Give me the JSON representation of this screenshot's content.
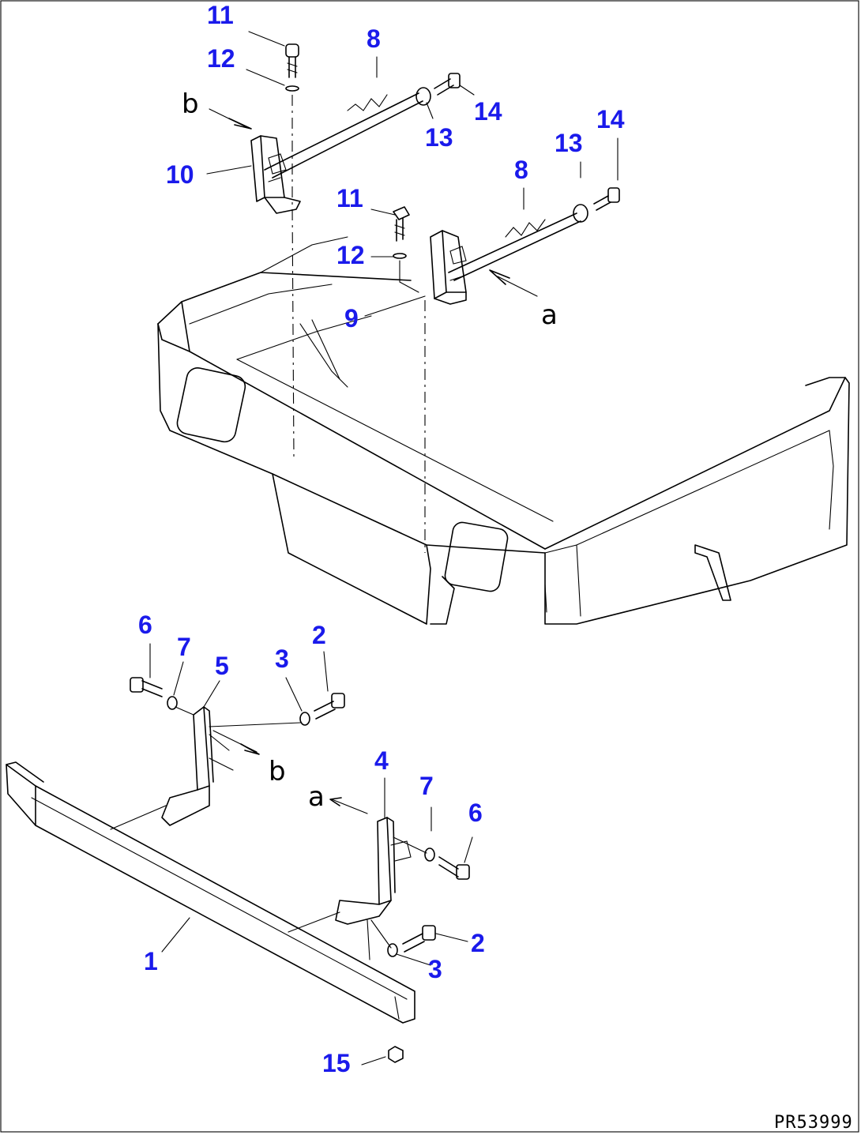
{
  "callouts": [
    {
      "id": "c11a",
      "text": "11"
    },
    {
      "id": "c12a",
      "text": "12"
    },
    {
      "id": "c8a",
      "text": "8"
    },
    {
      "id": "c14a",
      "text": "14"
    },
    {
      "id": "c13a",
      "text": "13"
    },
    {
      "id": "c10",
      "text": "10"
    },
    {
      "id": "c14b",
      "text": "14"
    },
    {
      "id": "c13b",
      "text": "13"
    },
    {
      "id": "c8b",
      "text": "8"
    },
    {
      "id": "c11b",
      "text": "11"
    },
    {
      "id": "c12b",
      "text": "12"
    },
    {
      "id": "c9",
      "text": "9"
    },
    {
      "id": "c6a",
      "text": "6"
    },
    {
      "id": "c7a",
      "text": "7"
    },
    {
      "id": "c5",
      "text": "5"
    },
    {
      "id": "c3a",
      "text": "3"
    },
    {
      "id": "c2a",
      "text": "2"
    },
    {
      "id": "c4",
      "text": "4"
    },
    {
      "id": "c7b",
      "text": "7"
    },
    {
      "id": "c6b",
      "text": "6"
    },
    {
      "id": "c2b",
      "text": "2"
    },
    {
      "id": "c3b",
      "text": "3"
    },
    {
      "id": "c1",
      "text": "1"
    },
    {
      "id": "c15",
      "text": "15"
    }
  ],
  "view_letters": {
    "b_top": "b",
    "a_top": "a",
    "b_bottom": "b",
    "a_bottom": "a"
  },
  "drawing_code": "PR53999",
  "colors": {
    "callout": "#1a1aeb",
    "line": "#000000",
    "background": "#ffffff"
  }
}
